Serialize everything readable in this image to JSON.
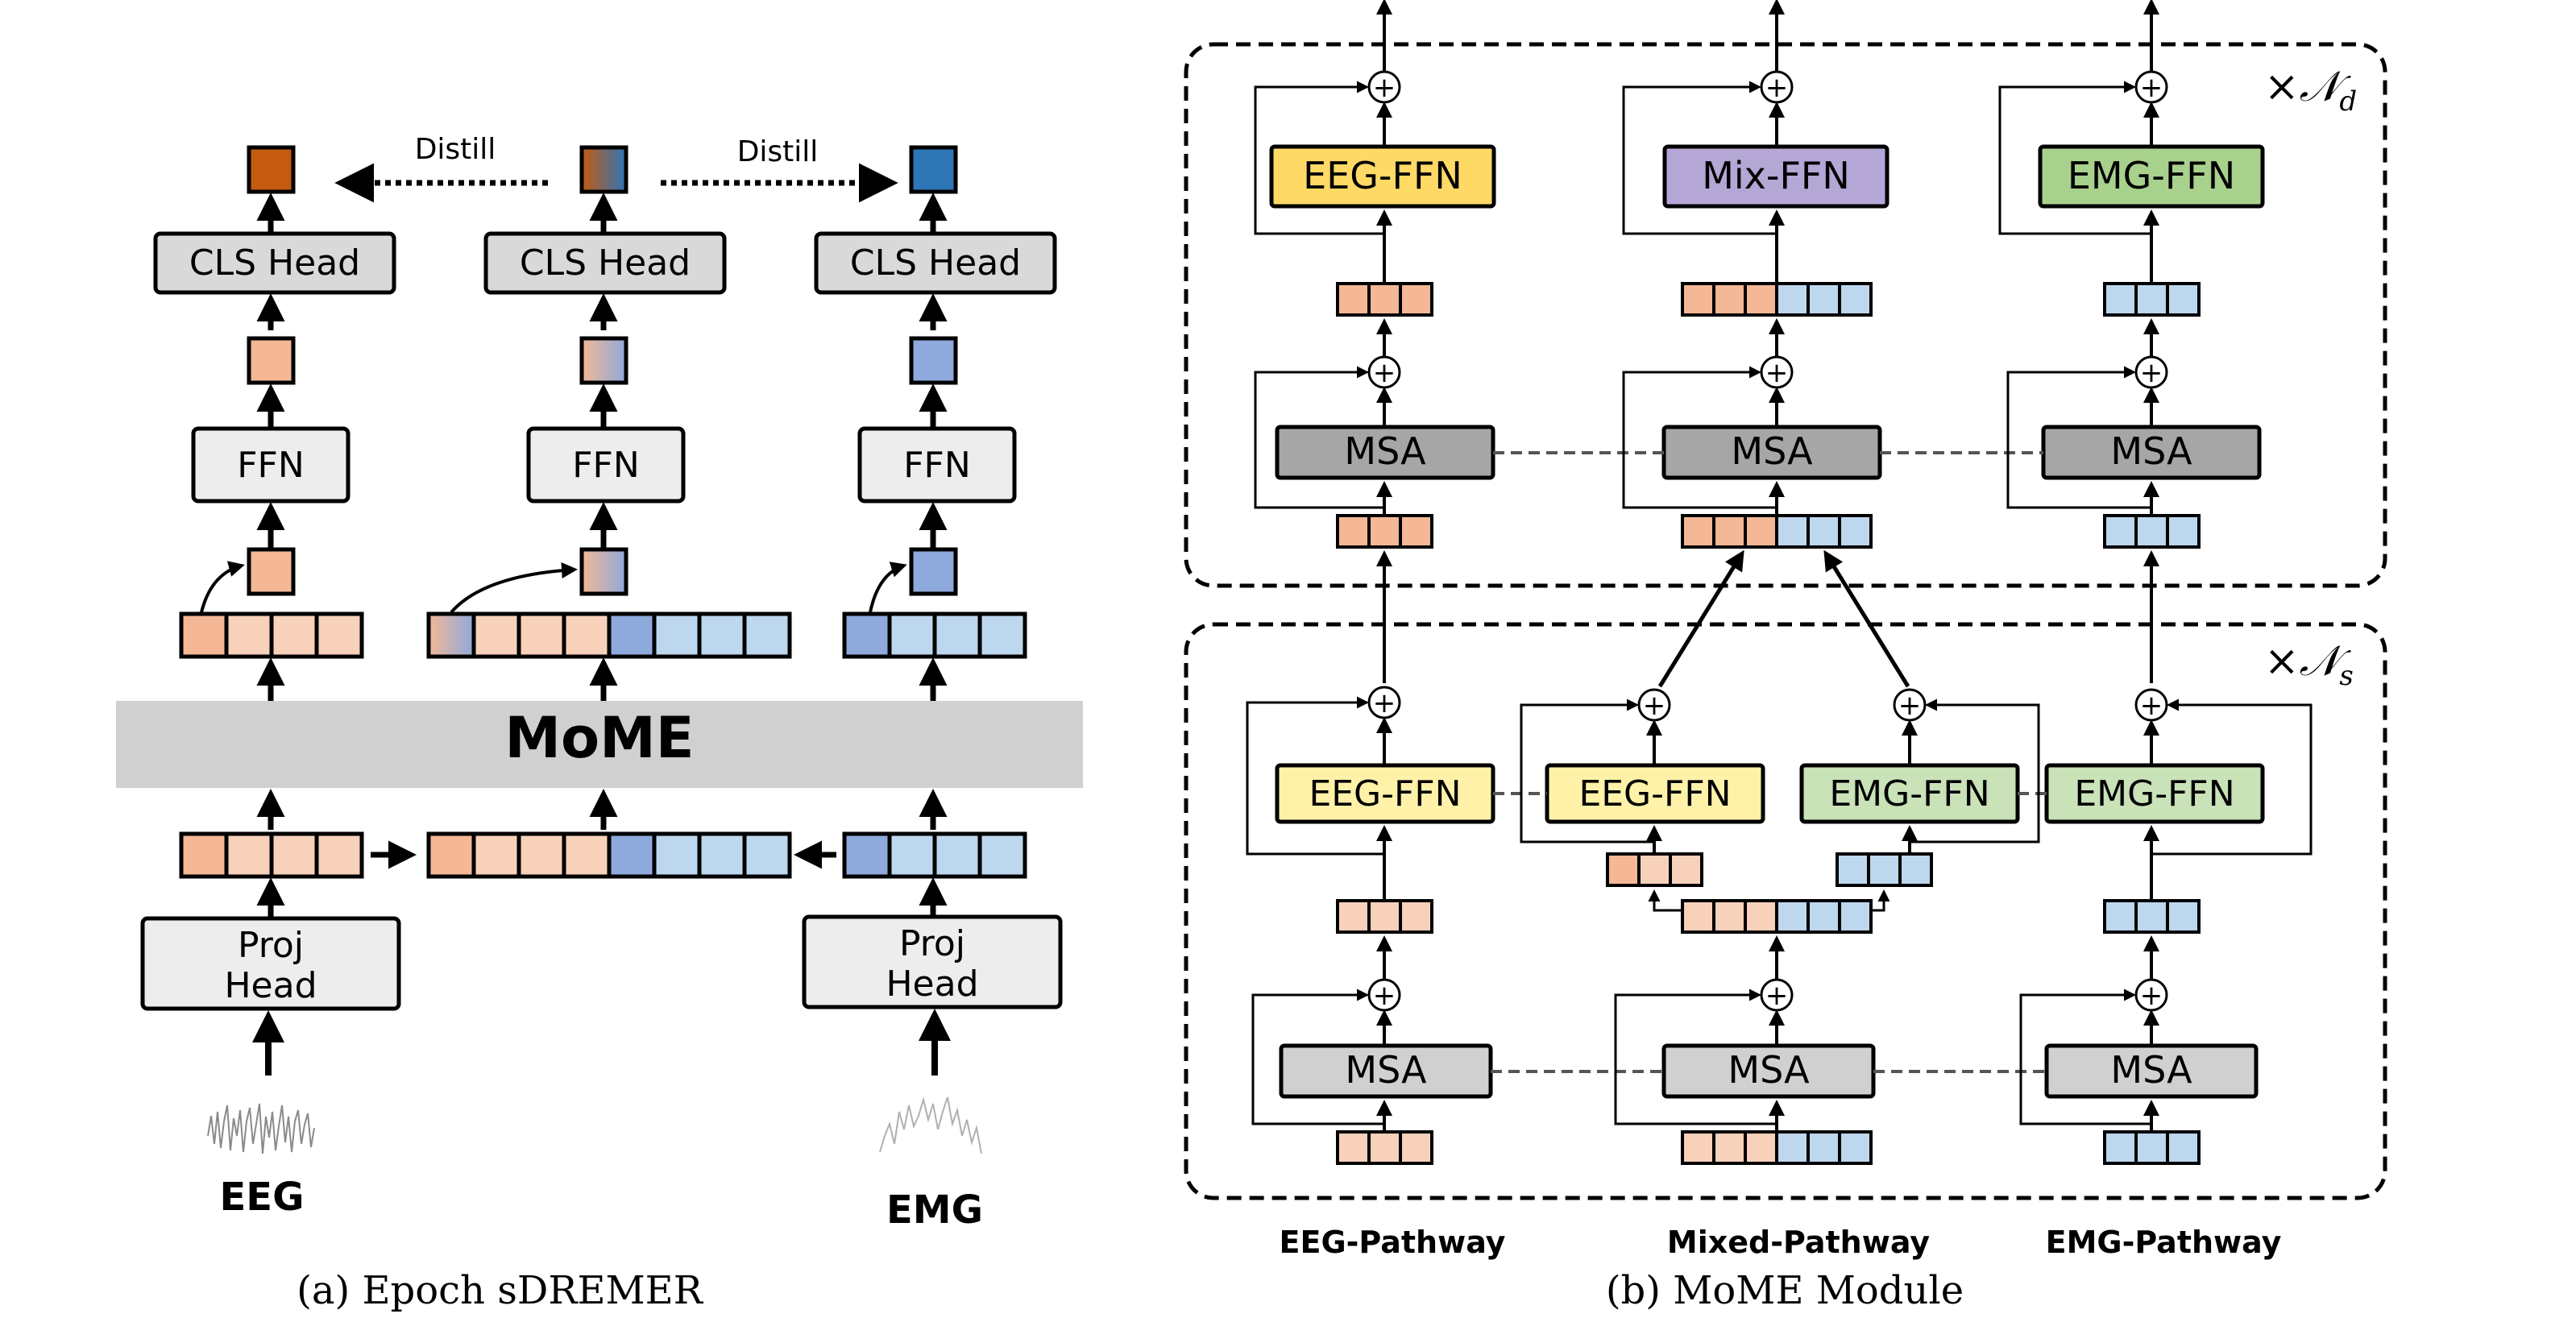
{
  "panel_a": {
    "caption": "(a) Epoch sDREMER",
    "distill_label": "Distill",
    "cls_head": "CLS Head",
    "ffn": "FFN",
    "mome": "MoME",
    "proj_head_line1": "Proj",
    "proj_head_line2": "Head",
    "eeg_input": "EEG",
    "emg_input": "EMG"
  },
  "panel_b": {
    "caption": "(b) MoME Module",
    "repeat_dense_base": "×𝒩",
    "repeat_dense_sub": "d",
    "repeat_shared_base": "×𝒩",
    "repeat_shared_sub": "s",
    "eeg_ffn": "EEG-FFN",
    "emg_ffn": "EMG-FFN",
    "mix_ffn": "Mix-FFN",
    "msa": "MSA",
    "plus": "+",
    "pathways": [
      "EEG-Pathway",
      "Mixed-Pathway",
      "EMG-Pathway"
    ]
  },
  "colors": {
    "eeg_token": "#f4b896",
    "eeg_token_light": "#f8d1ba",
    "emg_token": "#8ea9db",
    "emg_token_light": "#bdd7ee",
    "eeg_cls": "#c55a11",
    "emg_cls": "#2e75b6",
    "grey_block": "#d9d9d9",
    "light_block": "#ededed",
    "mome_band": "#d0d0d0",
    "eeg_ffn": "#ffd966",
    "eeg_ffn_light": "#fff2a8",
    "emg_ffn": "#a9d18e",
    "emg_ffn_light": "#c9e2b8",
    "mix_ffn": "#b4a7d6",
    "msa_dark": "#a6a6a6",
    "msa_light": "#d0d0d0"
  }
}
